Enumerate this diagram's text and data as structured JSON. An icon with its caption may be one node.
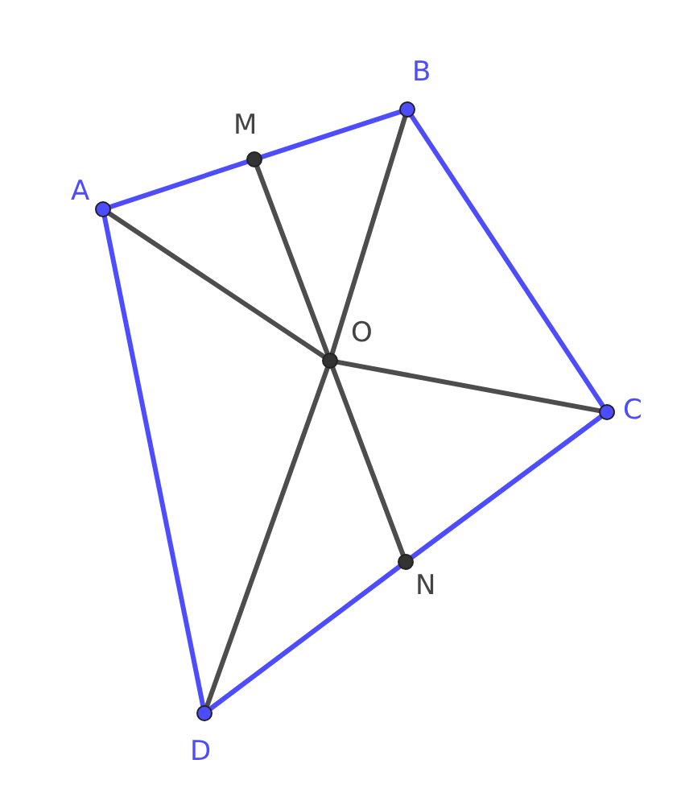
{
  "diagram": {
    "nodes": [
      {
        "text": [
          "A"
        ]
      },
      {
        "text": [
          "M"
        ]
      },
      {
        "text": [
          "B"
        ]
      },
      {
        "text": [
          "O"
        ]
      },
      {
        "text": [
          "C"
        ]
      },
      {
        "text": [
          "N"
        ]
      },
      {
        "text": [
          "D"
        ]
      }
    ],
    "edges": [
      {
        "from": 0,
        "to": 1,
        "arrow": "none",
        "color": "#4d4dff"
      },
      {
        "from": 1,
        "to": 2,
        "arrow": "none",
        "color": "#4d4dff"
      },
      {
        "from": 2,
        "to": 4,
        "arrow": "none",
        "color": "#4d4dff"
      },
      {
        "from": 4,
        "to": 5,
        "arrow": "none",
        "color": "#4d4dff"
      },
      {
        "from": 5,
        "to": 6,
        "arrow": "none",
        "color": "#4d4dff"
      },
      {
        "from": 6,
        "to": 0,
        "arrow": "none",
        "color": "#4d4dff"
      },
      {
        "from": 0,
        "to": 3,
        "arrow": "none",
        "color": "#4d4d4d"
      },
      {
        "from": 1,
        "to": 3,
        "arrow": "none",
        "color": "#4d4d4d"
      },
      {
        "from": 2,
        "to": 3,
        "arrow": "none",
        "color": "#4d4d4d"
      },
      {
        "from": 3,
        "to": 4,
        "arrow": "none",
        "color": "#4d4d4d"
      },
      {
        "from": 3,
        "to": 5,
        "arrow": "none",
        "color": "#4d4d4d"
      },
      {
        "from": 3,
        "to": 6,
        "arrow": "none",
        "color": "#4d4d4d"
      }
    ]
  }
}
